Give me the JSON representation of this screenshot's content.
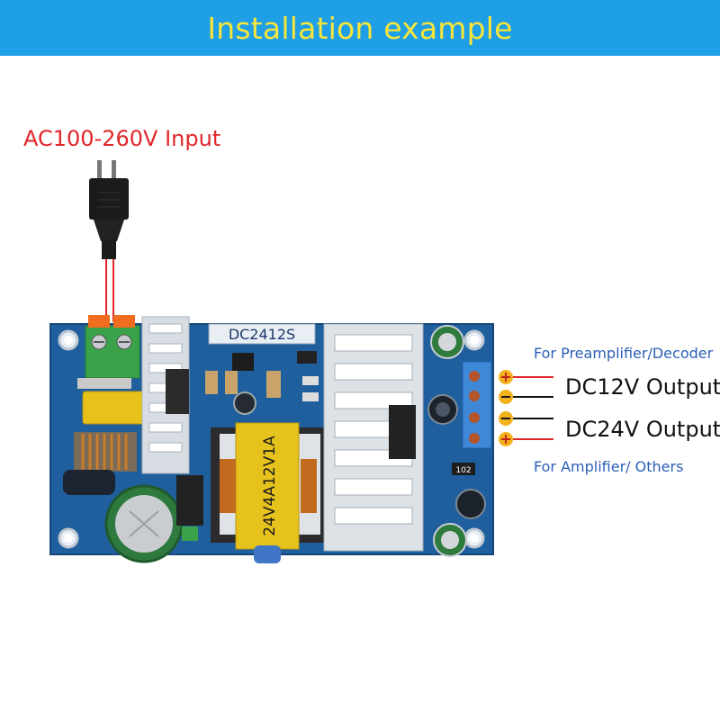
{
  "banner": {
    "title": "Installation example"
  },
  "input": {
    "label": "AC100-260V  Input"
  },
  "board": {
    "model_label": "DC2412S",
    "transformer_label": "24V4A12V1A",
    "capacitor_label": "102"
  },
  "outputs": {
    "top_group_label": "For Preamplifier/Decoder",
    "bottom_group_label": "For Amplifier/ Others",
    "dc12_label": "DC12V Output",
    "dc24_label": "DC24V Output"
  },
  "colors": {
    "banner": "#1e9fe6",
    "banner_text": "#f7e53a",
    "input_text": "#e0262b",
    "group_text": "#2b5fb6",
    "pcb": "#1f5f9e",
    "wire_red": "#e0262b"
  },
  "icons": {
    "plug": "power-plug-icon",
    "plus": "plus-terminal-icon",
    "minus": "minus-terminal-icon"
  }
}
